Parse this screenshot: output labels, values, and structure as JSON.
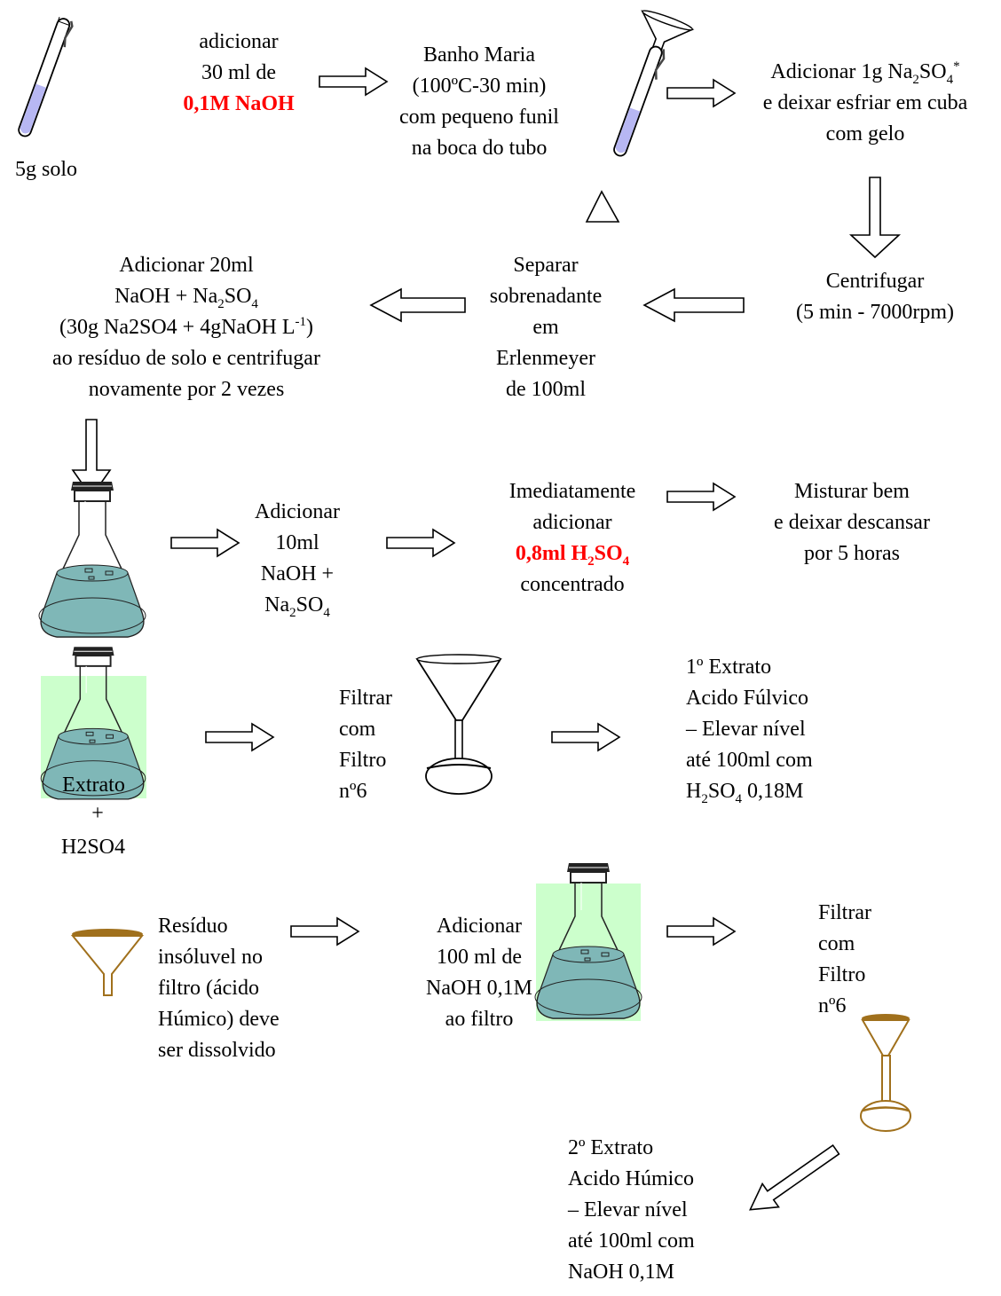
{
  "steps": {
    "solo": {
      "label": "5g solo"
    },
    "add_naoh": {
      "line1": "adicionar",
      "line2": "30 ml de",
      "line3": "0,1M NaOH"
    },
    "banho": {
      "line1": "Banho Maria",
      "line2": "(100ºC-30 min)",
      "line3": "com pequeno funil",
      "line4": "na boca do tubo"
    },
    "add_na2so4": {
      "line1_a": "Adicionar 1g Na",
      "line1_sub": "2",
      "line1_b": "SO",
      "line1_sub2": "4",
      "line1_sup": "*",
      "line2": "e deixar esfriar em cuba",
      "line3": "com gelo"
    },
    "centrifugar": {
      "line1": "Centrifugar",
      "line2": "(5 min - 7000rpm)"
    },
    "separar": {
      "line1": "Separar",
      "line2": "sobrenadante",
      "line3": "em",
      "line4": "Erlenmeyer",
      "line5": "de 100ml"
    },
    "add_20ml": {
      "line1": "Adicionar 20ml",
      "line2_a": "NaOH + Na",
      "line2_sub": "2",
      "line2_b": "SO",
      "line2_sub2": "4",
      "line3_a": "(30g Na2SO4 + 4gNaOH  L",
      "line3_sup": "-1",
      "line3_b": ")",
      "line4": "ao resíduo de solo e centrifugar",
      "line5": "novamente por 2  vezes"
    },
    "add_10ml": {
      "line1": "Adicionar",
      "line2": "10ml",
      "line3": "NaOH +",
      "line4_a": "Na",
      "line4_sub": "2",
      "line4_b": "SO",
      "line4_sub2": "4"
    },
    "imediatamente": {
      "line1": "Imediatamente",
      "line2": "adicionar",
      "line3_a": "0,8ml H",
      "line3_sub": "2",
      "line3_b": "SO",
      "line3_sub2": "4",
      "line4": "concentrado"
    },
    "misturar": {
      "line1": "Misturar bem",
      "line2": "e deixar descansar",
      "line3": "por 5 horas"
    },
    "extrato_flask": {
      "inner": "Extrato",
      "plus": "+",
      "h2so4": "H2SO4"
    },
    "filtrar1": {
      "line1": "Filtrar",
      "line2": "com",
      "line3": "Filtro",
      "line4": "nº6"
    },
    "extrato1": {
      "line1": "1º Extrato",
      "line2": "Acido Fúlvico",
      "line3": "– Elevar nível",
      "line4": "até 100ml com",
      "line5_a": "H",
      "line5_sub": "2",
      "line5_b": "SO",
      "line5_sub2": "4",
      "line5_c": " 0,18M"
    },
    "residuo": {
      "line1": "Resíduo",
      "line2": "insóluvel no",
      "line3": "filtro (ácido",
      "line4": "Húmico) deve",
      "line5": "ser dissolvido"
    },
    "add_100ml": {
      "line1": "Adicionar",
      "line2": "100 ml de",
      "line3": "NaOH 0,1M",
      "line4": "ao filtro"
    },
    "filtrar2": {
      "line1": "Filtrar",
      "line2": "com",
      "line3": "Filtro",
      "line4": "nº6"
    },
    "extrato2": {
      "line1": "2º Extrato",
      "line2": "Acido Húmico",
      "line3": "– Elevar nível",
      "line4": "até 100ml com",
      "line5": "NaOH 0,1M"
    }
  },
  "colors": {
    "text": "#000000",
    "highlight_red": "#ff0000",
    "liquid": "#7fb7b7",
    "tube_liquid": "#b7b7f3",
    "flask_bg": "#ccffcc",
    "funnel_brown": "#a0701c"
  }
}
